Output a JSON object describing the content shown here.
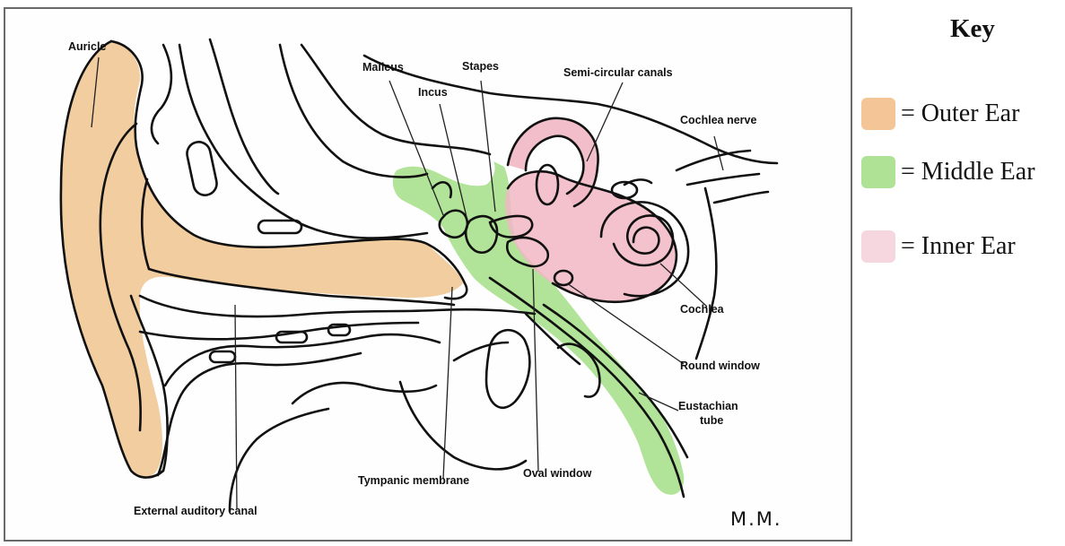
{
  "labels": {
    "auricle": "Auricle",
    "malleus": "Malleus",
    "stapes": "Stapes",
    "incus": "Incus",
    "semicircular_canals": "Semi-circular canals",
    "cochlea_nerve": "Cochlea nerve",
    "cochlea": "Cochlea",
    "round_window": "Round window",
    "eustachian_tube_line1": "Eustachian",
    "eustachian_tube_line2": "tube",
    "tympanic_membrane": "Tympanic membrane",
    "oval_window": "Oval window",
    "external_auditory_canal": "External auditory canal"
  },
  "signature": "M.M.",
  "key": {
    "title": "Key",
    "items": [
      {
        "label": "= Outer Ear",
        "color": "#f2c08e"
      },
      {
        "label": "= Middle Ear",
        "color": "#a8e08c"
      },
      {
        "label": "= Inner Ear",
        "color": "#f5d3dc"
      }
    ]
  },
  "colors": {
    "outer_ear": "#f0c48f",
    "middle_ear": "#a9e08d",
    "inner_ear": "#f1b7c4"
  }
}
